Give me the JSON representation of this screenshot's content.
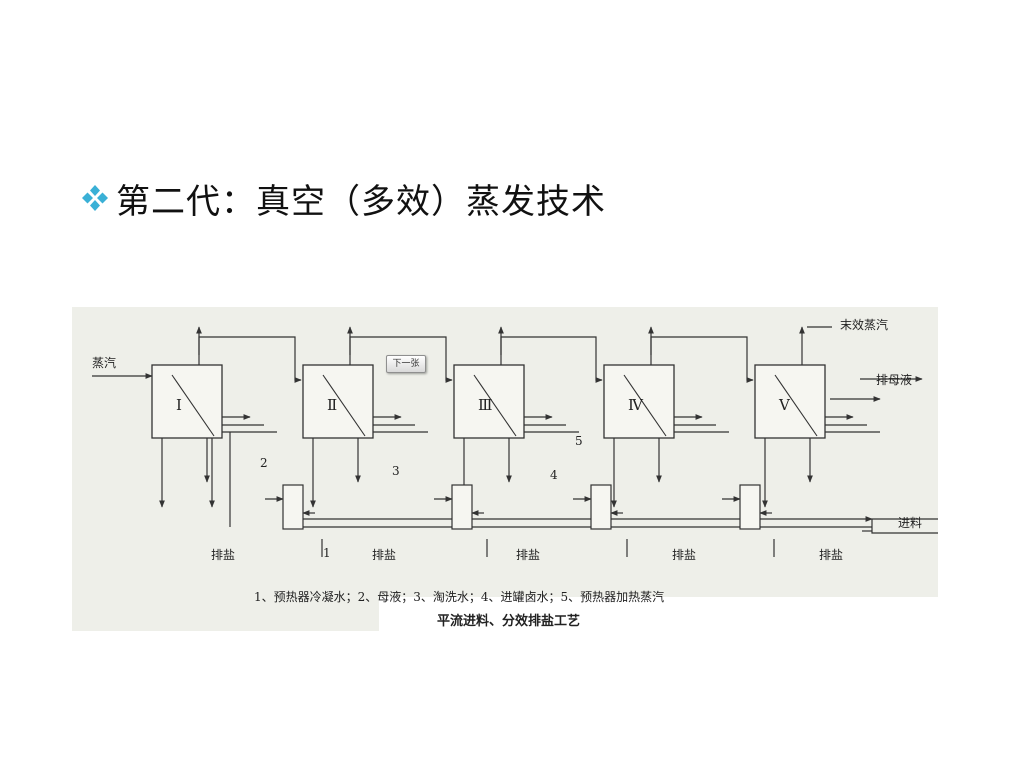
{
  "slide": {
    "title": "第二代：真空（多效）蒸发技术",
    "bullet_icon": "four-diamond-bullet-icon",
    "bullet_color": "#3ab0d6"
  },
  "figure": {
    "next_button": "下一张",
    "steam_in": "蒸汽",
    "last_effect_steam": "末效蒸汽",
    "mother_liquor_out": "排母液",
    "feed": "进料",
    "effects": [
      "Ⅰ",
      "Ⅱ",
      "Ⅲ",
      "Ⅳ",
      "Ⅴ"
    ],
    "salt_discharge": "排盐",
    "stream_numbers": [
      "1",
      "2",
      "3",
      "4",
      "5"
    ],
    "legend": "1、预热器冷凝水；2、母液；3、淘洗水；4、进罐卤水；5、预热器加热蒸汽",
    "caption": "平流进料、分效排盐工艺"
  }
}
